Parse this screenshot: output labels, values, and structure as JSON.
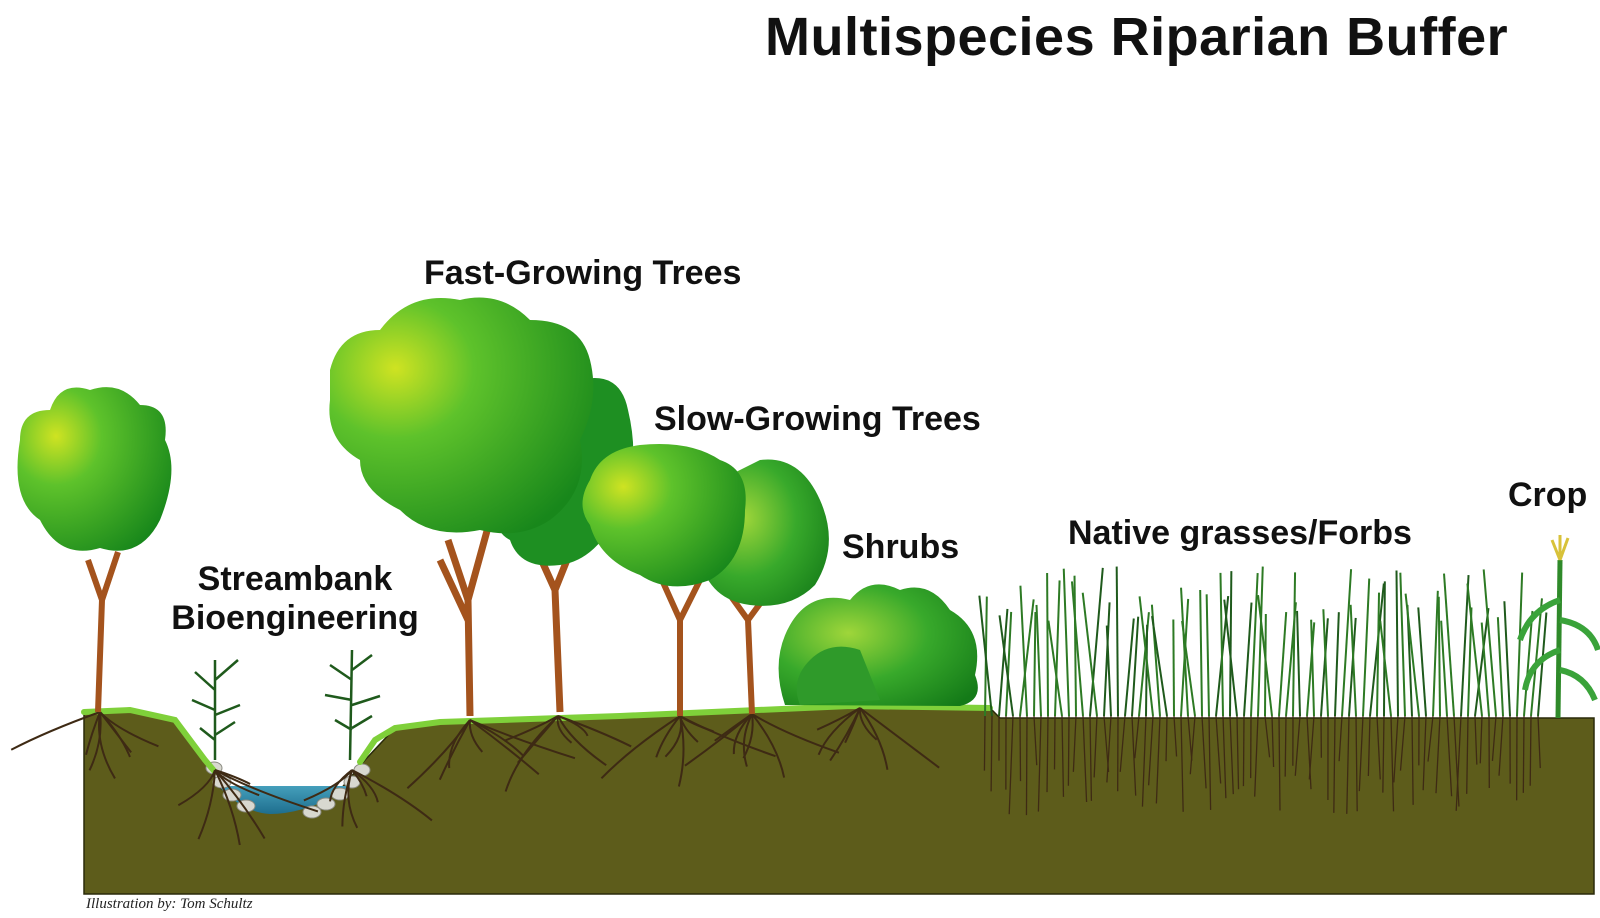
{
  "title": "Multispecies Riparian Buffer",
  "labels": {
    "fast_growing_trees": "Fast-Growing Trees",
    "slow_growing_trees": "Slow-Growing Trees",
    "shrubs": "Shrubs",
    "native_grasses": "Native grasses/Forbs",
    "crop": "Crop",
    "streambank_line1": "Streambank",
    "streambank_line2": "Bioengineering"
  },
  "credit": "Illustration by: Tom Schultz",
  "colors": {
    "soil": "#5d5c1b",
    "grass": "#7fd03a",
    "water": "#2f8bab",
    "trunk": "#a4531d",
    "leaf_dark": "#1a8a1a",
    "leaf_light": "#c8e21f",
    "grass_blade": "#1f5a1c",
    "roots": "#3e2a14"
  }
}
